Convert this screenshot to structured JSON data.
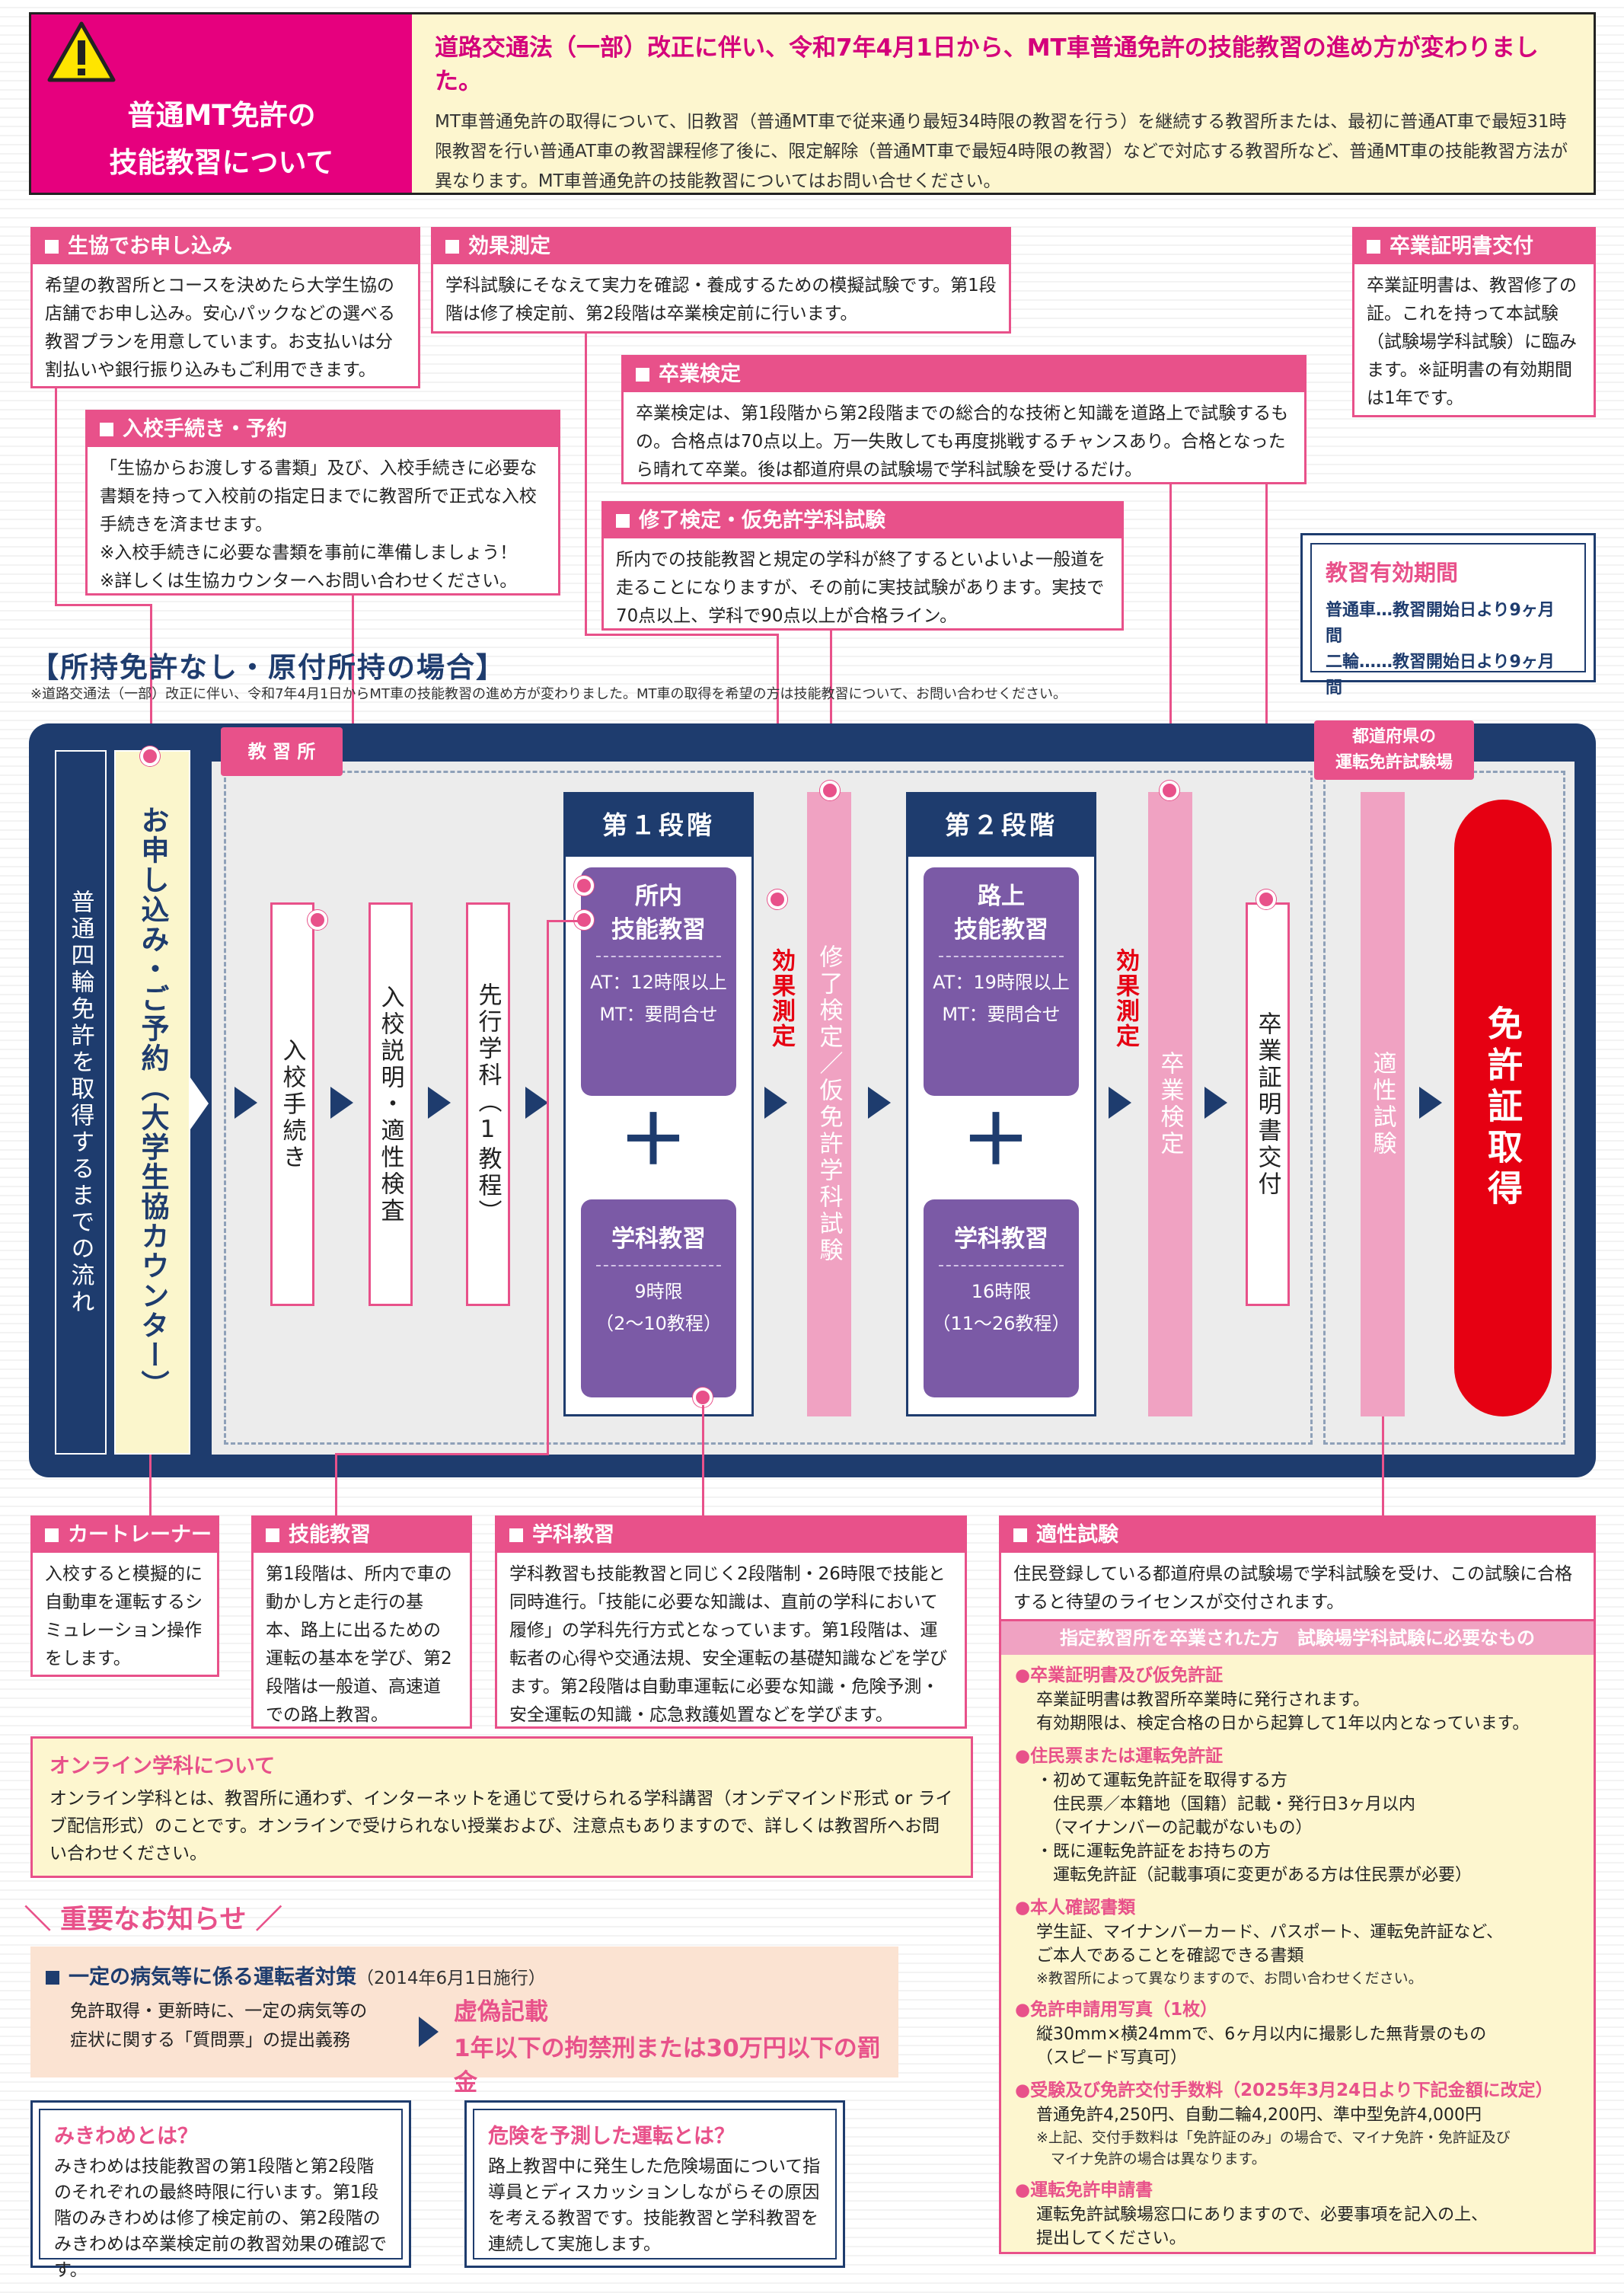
{
  "notice": {
    "title": "普通MT免許の\n技能教習について",
    "headline": "道路交通法（一部）改正に伴い、令和7年4月1日から、MT車普通免許の技能教習の進め方が変わりました。",
    "body": "MT車普通免許の取得について、旧教習（普通MT車で従来通り最短34時限の教習を行う）を継続する教習所または、最初に普通AT車で最短31時限教習を行い普通AT車の教習課程修了後に、限定解除（普通MT車で最短4時限の教習）などで対応する教習所など、普通MT車の技能教習方法が異なります。MT車普通免許の技能教習についてはお問い合せください。"
  },
  "boxes": {
    "apply": {
      "title": "生協でお申し込み",
      "body": "希望の教習所とコースを決めたら大学生協の店舗でお申し込み。安心パックなどの選べる教習プランを用意しています。お支払いは分割払いや銀行振り込みもご利用できます。"
    },
    "effect": {
      "title": "効果測定",
      "body": "学科試験にそなえて実力を確認・養成するための模擬試験です。第1段階は修了検定前、第2段階は卒業検定前に行います。"
    },
    "certificate": {
      "title": "卒業証明書交付",
      "body": "卒業証明書は、教習修了の証。これを持って本試験（試験場学科試験）に臨みます。※証明書の有効期間は1年です。"
    },
    "graduation": {
      "title": "卒業検定",
      "body": "卒業検定は、第1段階から第2段階までの総合的な技術と知識を道路上で試験するもの。合格点は70点以上。万一失敗しても再度挑戦するチャンスあり。合格となったら晴れて卒業。後は都道府県の試験場で学科試験を受けるだけ。"
    },
    "enroll": {
      "title": "入校手続き・予約",
      "body": "「生協からお渡しする書類」及び、入校手続きに必要な書類を持って入校前の指定日までに教習所で正式な入校手続きを済ませます。\n※入校手続きに必要な書類を事前に準備しましょう！\n※詳しくは生協カウンターへお問い合わせください。"
    },
    "completion": {
      "title": "修了検定・仮免許学科試験",
      "body": "所内での技能教習と規定の学科が終了するといよいよ一般道を走ることになりますが、その前に実技試験があります。実技で70点以上、学科で90点以上が合格ライン。"
    }
  },
  "validity": {
    "title": "教習有効期間",
    "row1": "普通車…教習開始日より9ヶ月間",
    "row2": "二輪……教習開始日より9ヶ月間"
  },
  "section": {
    "title": "【所持免許なし・原付所持の場合】",
    "note": "※道路交通法（一部）改正に伴い、令和7年4月1日からMT車の技能教習の進め方が変わりました。MT車の取得を希望の方は技能教習について、お問い合わせください。"
  },
  "flow": {
    "school_tag": "教 習 所",
    "center_tag": "都道府県の\n運転免許試験場",
    "overall": "普通四輪免許を取得するまでの流れ",
    "apply": "お申し込み・ご予約（大学生協カウンター）",
    "enroll": "入校手続き",
    "orientation": "入校説明・適性検査",
    "advance": "先行学科（1教程）",
    "stage1": {
      "title": "第１段階",
      "skill": "所内\n技能教習",
      "skill_hours": "AT：12時限以上\nMT：要問合せ",
      "study": "学科教習",
      "study_hours": "9時限\n（2〜10教程）"
    },
    "effect1": "効果測定",
    "completion": "修了検定／仮免許学科試験",
    "stage2": {
      "title": "第２段階",
      "skill": "路上\n技能教習",
      "skill_hours": "AT：19時限以上\nMT：要問合せ",
      "study": "学科教習",
      "study_hours": "16時限\n（11〜26教程）"
    },
    "effect2": "効果測定",
    "graduation": "卒業検定",
    "certificate": "卒業証明書交付",
    "aptitude": "適性試験",
    "license": "免許証取得",
    "plus": "＋"
  },
  "lower": {
    "trainer": {
      "title": "カートレーナー",
      "body": "入校すると模擬的に自動車を運転するシミュレーション操作をします。"
    },
    "skill": {
      "title": "技能教習",
      "body": "第1段階は、所内で車の動かし方と走行の基本、路上に出るための運転の基本を学び、第2段階は一般道、高速道での路上教習。"
    },
    "study": {
      "title": "学科教習",
      "body": "学科教習も技能教習と同じく2段階制・26時限で技能と同時進行。「技能に必要な知識は、直前の学科において履修」の学科先行方式となっています。第1段階は、運転者の心得や交通法規、安全運転の基礎知識などを学びます。第2段階は自動車運転に必要な知識・危険予測・安全運転の知識・応急救護処置などを学びます。"
    },
    "aptitude": {
      "title": "適性試験",
      "body": "住民登録している都道府県の試験場で学科試験を受け、この試験に合格すると待望のライセンスが交付されます。"
    }
  },
  "requirements": {
    "bar": "指定教習所を卒業された方　試験場学科試験に必要なもの",
    "items": [
      {
        "title": "●卒業証明書及び仮免許証",
        "body": "卒業証明書は教習所卒業時に発行されます。\n有効期限は、検定合格の日から起算して1年以内となっています。",
        "note": ""
      },
      {
        "title": "●住民票または運転免許証",
        "body": "・初めて運転免許証を取得する方\n　住民票／本籍地（国籍）記載・発行日3ヶ月以内\n　（マイナンバーの記載がないもの）\n・既に運転免許証をお持ちの方\n　運転免許証（記載事項に変更がある方は住民票が必要）",
        "note": ""
      },
      {
        "title": "●本人確認書類",
        "body": "学生証、マイナンバーカード、パスポート、運転免許証など、\nご本人であることを確認できる書類",
        "note": "※教習所によって異なりますので、お問い合わせください。"
      },
      {
        "title": "●免許申請用写真（1枚）",
        "body": "縦30mm×横24mmで、6ヶ月以内に撮影した無背景のもの\n（スピード写真可）",
        "note": ""
      },
      {
        "title": "●受験及び免許交付手数料（2025年3月24日より下記金額に改定）",
        "body": "普通免許4,250円、自動二輪4,200円、準中型免許4,000円",
        "note": "※上記、交付手数料は「免許証のみ」の場合で、マイナ免許・免許証及び\n　マイナ免許の場合は異なります。"
      },
      {
        "title": "●運転免許申請書",
        "body": "運転免許試験場窓口にありますので、必要事項を記入の上、\n提出してください。",
        "note": ""
      }
    ]
  },
  "online": {
    "title": "オンライン学科について",
    "body": "オンライン学科とは、教習所に通わず、インターネットを通じて受けられる学科講習（オンデマインド形式 or ライブ配信形式）のことです。オンラインで受けられない授業および、注意点もありますので、詳しくは教習所へお問い合わせください。"
  },
  "important": {
    "title": "＼ 重要なお知らせ ／",
    "item_title": "一定の病気等に係る運転者対策",
    "item_date": "（2014年6月1日施行）",
    "left": "免許取得・更新時に、一定の病気等の\n症状に関する「質問票」の提出義務",
    "right1": "虚偽記載",
    "right2": "1年以下の拘禁刑または30万円以下の罰金"
  },
  "notes": {
    "mikiwame": {
      "title": "みきわめとは？",
      "body": "みきわめは技能教習の第1段階と第2段階のそれぞれの最終時限に行います。第1段階のみきわめは修了検定前の、第2段階のみきわめは卒業検定前の教習効果の確認です。"
    },
    "danger": {
      "title": "危険を予測した運転とは？",
      "body": "路上教習中に発生した危険場面について指導員とディスカッションしながらその原因を考える教習です。技能教習と学科教習を連続して実施します。"
    }
  },
  "colors": {
    "pink": "#e8518a",
    "magenta": "#e6007e",
    "navy": "#1e3c6e",
    "purple": "#7b5aa6",
    "red": "#e60012",
    "cream": "#fdf6cf"
  },
  "icons": [
    "warning-icon",
    "arrow-right-icon"
  ]
}
